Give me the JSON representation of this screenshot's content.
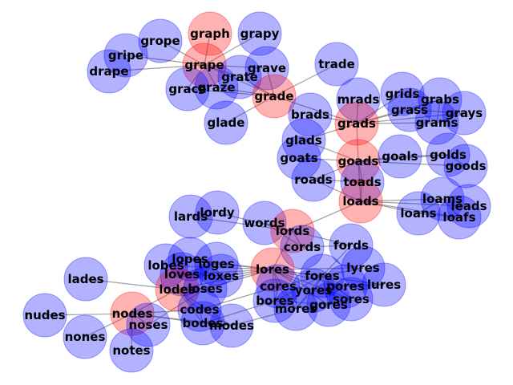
{
  "colors": {
    "regular_fill": "#0000ff",
    "regular_stroke": "#0000ff",
    "highlight_fill": "#ff0000",
    "highlight_stroke": "#ff0000",
    "fill_opacity": 0.3,
    "edge": "#808080"
  },
  "path": [
    "graph",
    "grape",
    "grade",
    "grads",
    "goads",
    "loads",
    "lords",
    "lores",
    "lodes",
    "nodes"
  ],
  "nodes": [
    {
      "id": "graph",
      "label": "graph"
    },
    {
      "id": "grapy",
      "label": "grapy"
    },
    {
      "id": "grope",
      "label": "grope"
    },
    {
      "id": "gripe",
      "label": "gripe"
    },
    {
      "id": "drape",
      "label": "drape"
    },
    {
      "id": "grape",
      "label": "grape"
    },
    {
      "id": "grace",
      "label": "grace"
    },
    {
      "id": "graze",
      "label": "graze"
    },
    {
      "id": "grate",
      "label": "grate"
    },
    {
      "id": "grave",
      "label": "grave"
    },
    {
      "id": "grade",
      "label": "grade"
    },
    {
      "id": "trade",
      "label": "trade"
    },
    {
      "id": "glade",
      "label": "glade"
    },
    {
      "id": "brads",
      "label": "brads"
    },
    {
      "id": "mrads",
      "label": "mrads"
    },
    {
      "id": "grads",
      "label": "grads"
    },
    {
      "id": "grids",
      "label": "grids"
    },
    {
      "id": "grabs",
      "label": "grabs"
    },
    {
      "id": "grass",
      "label": "grass"
    },
    {
      "id": "grays",
      "label": "grays"
    },
    {
      "id": "grams",
      "label": "grams"
    },
    {
      "id": "glads",
      "label": "glads"
    },
    {
      "id": "goats",
      "label": "goats"
    },
    {
      "id": "goads",
      "label": "goads"
    },
    {
      "id": "goals",
      "label": "goals"
    },
    {
      "id": "golds",
      "label": "golds"
    },
    {
      "id": "goods",
      "label": "goods"
    },
    {
      "id": "roads",
      "label": "roads"
    },
    {
      "id": "toads",
      "label": "toads"
    },
    {
      "id": "loads",
      "label": "loads"
    },
    {
      "id": "loams",
      "label": "loams"
    },
    {
      "id": "leads",
      "label": "leads"
    },
    {
      "id": "loans",
      "label": "loans"
    },
    {
      "id": "loafs",
      "label": "loafs"
    },
    {
      "id": "lards",
      "label": "lards"
    },
    {
      "id": "lordy",
      "label": "lordy"
    },
    {
      "id": "words",
      "label": "words"
    },
    {
      "id": "lords",
      "label": "lords"
    },
    {
      "id": "cords",
      "label": "cords"
    },
    {
      "id": "fords",
      "label": "fords"
    },
    {
      "id": "lobes",
      "label": "lobes"
    },
    {
      "id": "lopes",
      "label": "lopes"
    },
    {
      "id": "loges",
      "label": "loges"
    },
    {
      "id": "loves",
      "label": "loves"
    },
    {
      "id": "loxes",
      "label": "loxes"
    },
    {
      "id": "lores",
      "label": "lores"
    },
    {
      "id": "lyres",
      "label": "lyres"
    },
    {
      "id": "lades",
      "label": "lades"
    },
    {
      "id": "lodes",
      "label": "lodes"
    },
    {
      "id": "loses",
      "label": "loses"
    },
    {
      "id": "fores",
      "label": "fores"
    },
    {
      "id": "pores",
      "label": "pores"
    },
    {
      "id": "lures",
      "label": "lures"
    },
    {
      "id": "cores",
      "label": "cores"
    },
    {
      "id": "yores",
      "label": "yores"
    },
    {
      "id": "sores",
      "label": "sores"
    },
    {
      "id": "bores",
      "label": "bores"
    },
    {
      "id": "mores",
      "label": "mores"
    },
    {
      "id": "gores",
      "label": "gores"
    },
    {
      "id": "nudes",
      "label": "nudes"
    },
    {
      "id": "nodes",
      "label": "nodes"
    },
    {
      "id": "codes",
      "label": "codes"
    },
    {
      "id": "noses",
      "label": "noses"
    },
    {
      "id": "bodes",
      "label": "bodes"
    },
    {
      "id": "modes",
      "label": "modes"
    },
    {
      "id": "nones",
      "label": "nones"
    },
    {
      "id": "notes",
      "label": "notes"
    }
  ],
  "edges": [
    [
      "graph",
      "grape"
    ],
    [
      "grapy",
      "grape"
    ],
    [
      "grope",
      "grape"
    ],
    [
      "gripe",
      "grape"
    ],
    [
      "drape",
      "grape"
    ],
    [
      "grace",
      "grape"
    ],
    [
      "graze",
      "grape"
    ],
    [
      "grate",
      "grape"
    ],
    [
      "grave",
      "grape"
    ],
    [
      "grace",
      "grade"
    ],
    [
      "graze",
      "grade"
    ],
    [
      "grate",
      "grade"
    ],
    [
      "grave",
      "grade"
    ],
    [
      "grade",
      "grape"
    ],
    [
      "grade",
      "trade"
    ],
    [
      "grade",
      "glade"
    ],
    [
      "grade",
      "grads"
    ],
    [
      "grads",
      "brads"
    ],
    [
      "grads",
      "mrads"
    ],
    [
      "grads",
      "grids"
    ],
    [
      "grads",
      "grabs"
    ],
    [
      "grads",
      "grass"
    ],
    [
      "grads",
      "grays"
    ],
    [
      "grads",
      "grams"
    ],
    [
      "grads",
      "glads"
    ],
    [
      "grads",
      "goads"
    ],
    [
      "grids",
      "grabs"
    ],
    [
      "grabs",
      "grass"
    ],
    [
      "grass",
      "grays"
    ],
    [
      "grams",
      "grays"
    ],
    [
      "grabs",
      "grams"
    ],
    [
      "glads",
      "goads"
    ],
    [
      "goats",
      "goads"
    ],
    [
      "goads",
      "goals"
    ],
    [
      "goads",
      "golds"
    ],
    [
      "goads",
      "goods"
    ],
    [
      "goads",
      "roads"
    ],
    [
      "goads",
      "toads"
    ],
    [
      "goads",
      "loads"
    ],
    [
      "goals",
      "golds"
    ],
    [
      "golds",
      "goods"
    ],
    [
      "roads",
      "loads"
    ],
    [
      "toads",
      "loads"
    ],
    [
      "roads",
      "toads"
    ],
    [
      "loads",
      "loams"
    ],
    [
      "loads",
      "leads"
    ],
    [
      "loads",
      "loans"
    ],
    [
      "loads",
      "loafs"
    ],
    [
      "loads",
      "lords"
    ],
    [
      "loams",
      "loans"
    ],
    [
      "loams",
      "loafs"
    ],
    [
      "loans",
      "loafs"
    ],
    [
      "lords",
      "lards"
    ],
    [
      "lords",
      "lordy"
    ],
    [
      "lords",
      "words"
    ],
    [
      "lords",
      "cords"
    ],
    [
      "lords",
      "fords"
    ],
    [
      "lords",
      "lores"
    ],
    [
      "words",
      "cords"
    ],
    [
      "cords",
      "fords"
    ],
    [
      "lores",
      "lobes"
    ],
    [
      "lores",
      "lopes"
    ],
    [
      "lores",
      "loges"
    ],
    [
      "lores",
      "loves"
    ],
    [
      "lores",
      "loxes"
    ],
    [
      "lores",
      "lyres"
    ],
    [
      "lores",
      "lodes"
    ],
    [
      "lores",
      "loses"
    ],
    [
      "lores",
      "fores"
    ],
    [
      "lores",
      "pores"
    ],
    [
      "lores",
      "lures"
    ],
    [
      "lores",
      "cores"
    ],
    [
      "lores",
      "yores"
    ],
    [
      "lores",
      "sores"
    ],
    [
      "lores",
      "bores"
    ],
    [
      "lores",
      "mores"
    ],
    [
      "lores",
      "gores"
    ],
    [
      "lobes",
      "lopes"
    ],
    [
      "lopes",
      "loges"
    ],
    [
      "loges",
      "loves"
    ],
    [
      "loves",
      "loxes"
    ],
    [
      "loxes",
      "loses"
    ],
    [
      "lades",
      "lodes"
    ],
    [
      "lodes",
      "loses"
    ],
    [
      "lodes",
      "codes"
    ],
    [
      "lodes",
      "bodes"
    ],
    [
      "lodes",
      "modes"
    ],
    [
      "lodes",
      "nodes"
    ],
    [
      "nodes",
      "nudes"
    ],
    [
      "nodes",
      "codes"
    ],
    [
      "nodes",
      "noses"
    ],
    [
      "nodes",
      "bodes"
    ],
    [
      "nodes",
      "modes"
    ],
    [
      "nodes",
      "nones"
    ],
    [
      "nodes",
      "notes"
    ],
    [
      "codes",
      "bodes"
    ],
    [
      "bodes",
      "modes"
    ],
    [
      "codes",
      "modes"
    ],
    [
      "fores",
      "pores"
    ],
    [
      "fores",
      "cores"
    ],
    [
      "fores",
      "yores"
    ],
    [
      "fores",
      "sores"
    ],
    [
      "fores",
      "bores"
    ],
    [
      "fores",
      "mores"
    ],
    [
      "fores",
      "gores"
    ],
    [
      "fores",
      "lyres"
    ],
    [
      "fores",
      "fords"
    ],
    [
      "pores",
      "sores"
    ],
    [
      "pores",
      "lures"
    ],
    [
      "cores",
      "bores"
    ],
    [
      "cores",
      "mores"
    ],
    [
      "bores",
      "gores"
    ],
    [
      "mores",
      "yores"
    ],
    [
      "yores",
      "sores"
    ],
    [
      "gores",
      "sores"
    ],
    [
      "cores",
      "codes"
    ],
    [
      "bores",
      "bodes"
    ],
    [
      "mores",
      "modes"
    ],
    [
      "noses",
      "loses"
    ]
  ]
}
